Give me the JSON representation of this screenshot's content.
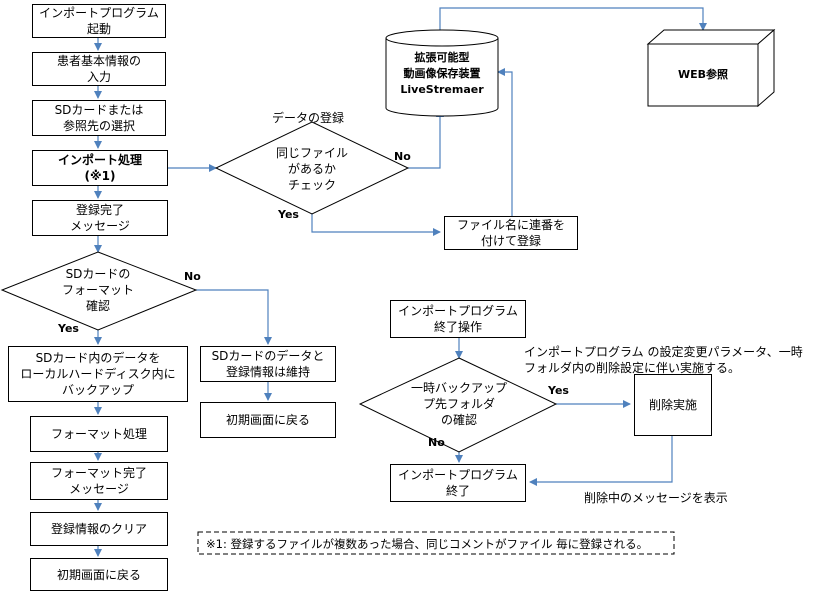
{
  "left_flow": {
    "start": "インポートプログラム\n起動",
    "patient_input": "患者基本情報の\n入力",
    "sd_select": "SDカードまたは\n参照先の選択",
    "import_process": "インポート処理\n(※1)",
    "reg_complete": "登録完了\nメッセージ",
    "format_check": "SDカードの\nフォーマット\n確認",
    "backup": "SDカード内のデータを\nローカルハードディスク内に\nバックアップ",
    "format_process": "フォーマット処理",
    "format_complete": "フォーマット完了\nメッセージ",
    "clear_reg": "登録情報のクリア",
    "return_initial": "初期画面に戻る"
  },
  "middle_flow": {
    "data_reg_label": "データの登録",
    "same_file_check": "同じファイル\nがあるか\nチェック",
    "storage": "拡張可能型\n動画像保存装置\nLiveStremaer",
    "rename": "ファイル名に連番を\n付けて登録",
    "web": "WEB参照",
    "keep_data": "SDカードのデータと\n登録情報は維持",
    "return_initial2": "初期画面に戻る"
  },
  "right_flow": {
    "end_operation": "インポートプログラム\n終了操作",
    "temp_backup_check": "一時バックアップ\nプ先フォルダ\nの確認",
    "delete": "削除実施",
    "end": "インポートプログラム\n終了",
    "note": "インポートプログラム の設定変更パラメータ、一時\nフォルダ内の削除設定に伴い実施する。",
    "delete_msg": "削除中のメッセージを表示"
  },
  "labels": {
    "yes": "Yes",
    "no": "No"
  },
  "footnote": "※1: 登録するファイルが複数あった場合、同じコメントがファイル 毎に登録される。",
  "colors": {
    "arrow": "#4f81bd",
    "border": "#000000"
  }
}
